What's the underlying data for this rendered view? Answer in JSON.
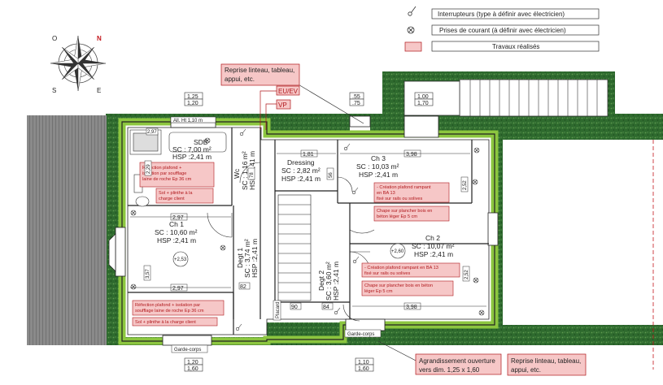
{
  "legend": {
    "switch_label": "Interrupteurs (type à définir avec électricien)",
    "outlet_label": "Prises de courant (à définir avec électricien)",
    "works_label": "Travaux réalisés"
  },
  "compass": {
    "n": "N",
    "o": "O",
    "s": "S",
    "e": "E"
  },
  "callouts": {
    "reprise_top": [
      "Reprise linteau, tableau,",
      "appui, etc."
    ],
    "eu_ev": "EU/EV",
    "vp": "VP",
    "agrandissement": [
      "Agrandissement ouverture",
      "vers dim. 1,25 x 1,60"
    ],
    "reprise_bottom": [
      "Reprise linteau, tableau,",
      "appui, etc."
    ]
  },
  "rooms": {
    "sdb": {
      "name": "SDB",
      "sc": "SC : 7,00 m²",
      "hsp": "HSP :2,41 m"
    },
    "ch1": {
      "name": "Ch 1",
      "sc": "SC : 10,60 m²",
      "hsp": "HSP :2,41 m"
    },
    "wc": {
      "name": "Wc",
      "sc": "SC : 1,16 m²",
      "hsp": "HSP :2,41 m"
    },
    "degt1": {
      "name": "Degt 1",
      "sc": "SC : 3,74 m²",
      "hsp": "HSP :2,41 m"
    },
    "dressing": {
      "name": "Dressing",
      "sc": "SC : 2,82 m²",
      "hsp": "HSP :2,41 m"
    },
    "ch3": {
      "name": "Ch 3",
      "sc": "SC : 10,03 m²",
      "hsp": "HSP :2,41 m"
    },
    "ch2": {
      "name": "Ch 2",
      "sc": "SC : 10,07 m²",
      "hsp": "HSP :2,41 m"
    },
    "degt2": {
      "name": "Degt 2",
      "sc": "SC : 3,60 m²",
      "hsp": "HSP :2,41 m"
    }
  },
  "notes": {
    "sdb_ceiling": [
      "Réfection plafond +",
      "isolation par soufflage",
      "laine de roche Ep 36 cm"
    ],
    "sdb_floor": [
      "Sol + plinthe à la",
      "charge client"
    ],
    "ch3_ceiling": [
      "- Création plafond rampant",
      "en BA 13",
      "fixé sur rails ou solives"
    ],
    "ch3_floor": [
      "Chape sur plancher bois en",
      "béton léger Ep 5 cm"
    ],
    "ch2_ceiling": [
      "- Création plafond rampant en BA 13",
      "fixé sur rails ou solives"
    ],
    "ch2_floor": [
      "Chape sur plancher bois en béton",
      "léger Ep 5 cm"
    ],
    "ch1_ceiling": [
      "Réfection plafond + isolation par",
      "soufflage laine de roche Ep 36 cm"
    ],
    "ch1_floor": "Sol + plinthe à la charge client"
  },
  "dims": {
    "top_left_a": "1,25",
    "top_left_b": "1,20",
    "top_mid_a": ".55",
    "top_mid_b": ".75",
    "top_right_a": "1,00",
    "top_right_b": "1,70",
    "all_ht": "All. Ht 1,10 m",
    "d297_top": "2,97",
    "d297_bottom": "2,97",
    "d181": "1,81",
    "d398_top": "3,98",
    "d398_bottom": "3,98",
    "d90": "90",
    "d84": "84",
    "d82": "82",
    "d56": "56",
    "d78": "78",
    "d252": "2,52",
    "d252b": "2,52",
    "d357": "3,57",
    "d229": "2,29",
    "bot_left_a": "1,20",
    "bot_left_b": "1,60",
    "bot_mid_a": "1,10",
    "bot_mid_b": "1,60",
    "h253": "+2,53",
    "h260": "+2,60",
    "placard": "Placard"
  },
  "labels": {
    "garde_corps": "Garde-corps",
    "garde_corps_2": "Garde-corps"
  },
  "colors": {
    "hedge": "#2f6b2f",
    "wall_green": "#8cc63f",
    "works_fill": "#f6c7c7",
    "works_border": "#b0181c"
  }
}
